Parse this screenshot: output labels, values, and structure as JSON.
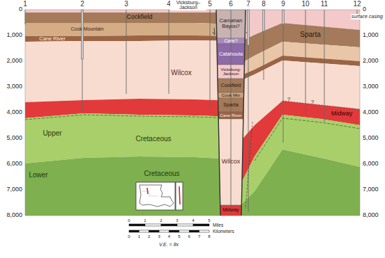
{
  "diagram": {
    "labels": [
      "1",
      "2",
      "3",
      "4",
      "5",
      "6",
      "7",
      "8",
      "9",
      "10",
      "11",
      "12",
      "Vicksburg–Jackson",
      "0",
      "1,000",
      "2,000",
      "3,000",
      "4,000",
      "5,000",
      "6,000",
      "7,000",
      "8,000",
      "0",
      "1,000",
      "2,000",
      "3,000",
      "4,000",
      "5,000",
      "6,000",
      "7,000",
      "8,000",
      "surface casing",
      "Cockfield",
      "Cook Mountain",
      "Cane River",
      "Wilcox",
      "Upper",
      "Cretaceous",
      "Lower",
      "Cretaceous",
      "Carnahan Bayou?",
      "Cane?",
      "Catahoula",
      "Vicksburg-Jackson",
      "Cockfield",
      "Cook Mtn",
      "Sparta",
      "Cane River",
      "Wilcox",
      "Midway",
      "Sparta",
      "Midway",
      "?",
      "?",
      "Miles",
      "Kilometers",
      "V.E. = 8x",
      "0",
      "1",
      "2",
      "3",
      "4",
      "5",
      "0",
      "1",
      "2",
      "3",
      "4",
      "5",
      "6",
      "7",
      "8"
    ]
  }
}
